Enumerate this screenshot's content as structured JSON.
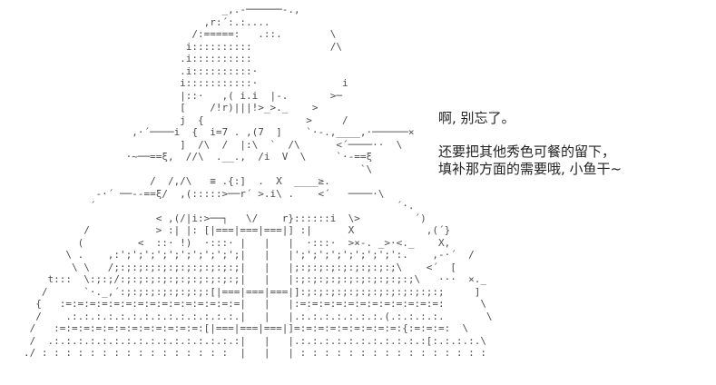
{
  "scene": {
    "background_color": "#ffffff",
    "art_ink_color": "#4d4d4d",
    "text_color": "#222222"
  },
  "ascii_art": {
    "lines": [
      "                                 _,.-──────-.,",
      "                              ,r:´:.:....",
      "                            /:=====:   .::.        \\",
      "                           i::::::::::             /\\",
      "                          .i::::::::::",
      "                          .i::::::::::·",
      "                          i:::::::::::·              i",
      "                          |::·   ,( i.i  |-.       >─",
      "                          [    /!r)|||!>_>._    >",
      "                          j  {                 >     /",
      "                  ,·´────i  {  i=7 . ,(7  ]    `·-.,____,·──────×",
      "                          ]  /\\  /  |:\\  `  /\\      <´────··  \\",
      "                 ·~──==ξ,  //\\  .__.,  /i  V  \\     `·-==ξ",
      "                                                        `\\",
      "                     /  /,/\\   ≡ .{:]  .  X  ____≥.",
      "            -·´ ──--==ξ/  ,(:::::>──r´ >.i\\ .    <´   ────·\\",
      "           ´                                                  ´·.",
      "                      < ,(/|i:>──┐   \\/    r}::::::i  \\>         ´)",
      "          /           > :| |: [|===|===|===|] :|      X            ,(´}",
      "         (         <  ::· !)  ·:::· |   |   |  ·:::·  >×-. _>·<._    X,",
      "       \\ .    ,:';';';';';';';';';';|   |   |';';';';';';';';':.    ,-·´  /",
      "        \\ \\   /;:;:;:;:;:;:;:;:;:;:;|   |   |;:;:;:;:;:;:;:;:;\\    <´  [",
      "    t:::  \\:;:;/:;:;:;:;:;:;:;:;:;:;|   |   |:;:;:;:;:;:;:;:;:;:;\\   ···  ×._",
      "   /      `·._,´:;:;:;:;:;:;:;:[|===|===|===|]:;:;:;:;:;:;:;:;:;:;:;:;     ]",
      "  {   :=:=:=:=:=:=:=:=:=:=:=:=:=:=:=|   |   |:=:=:=:=:=:=:=:=:=:=:=:=:      \\",
      "  /    .:.:.:.:.:.:.:.:.:.:.:.:.:.:.|   |   |.:.:.:.:.:.:.:.(.:.:.:.:.       \\",
      " /   :=:=:=:=:=:=:=:=:=:=:=:=:[|===|===|===|]=:=:=:=:=:=:=:=:=:{:=:=:=:  \\",
      " /  .:.:.:.:.:.:.:.:.:.:.:.:.:.:.:.:|   |   |.:.:.:.:.:.:.:.:.:.:.:[:.:.:.:.\\",
      "./ : : : : : : : : : : : : : : : :  |   |   | : : : : : : : : : : : : : : : :"
    ]
  },
  "dialogue": {
    "line1": "啊, 别忘了。",
    "line2": "还要把其他秀色可餐的留下，",
    "line3": "填补那方面的需要哦, 小鱼干~"
  }
}
